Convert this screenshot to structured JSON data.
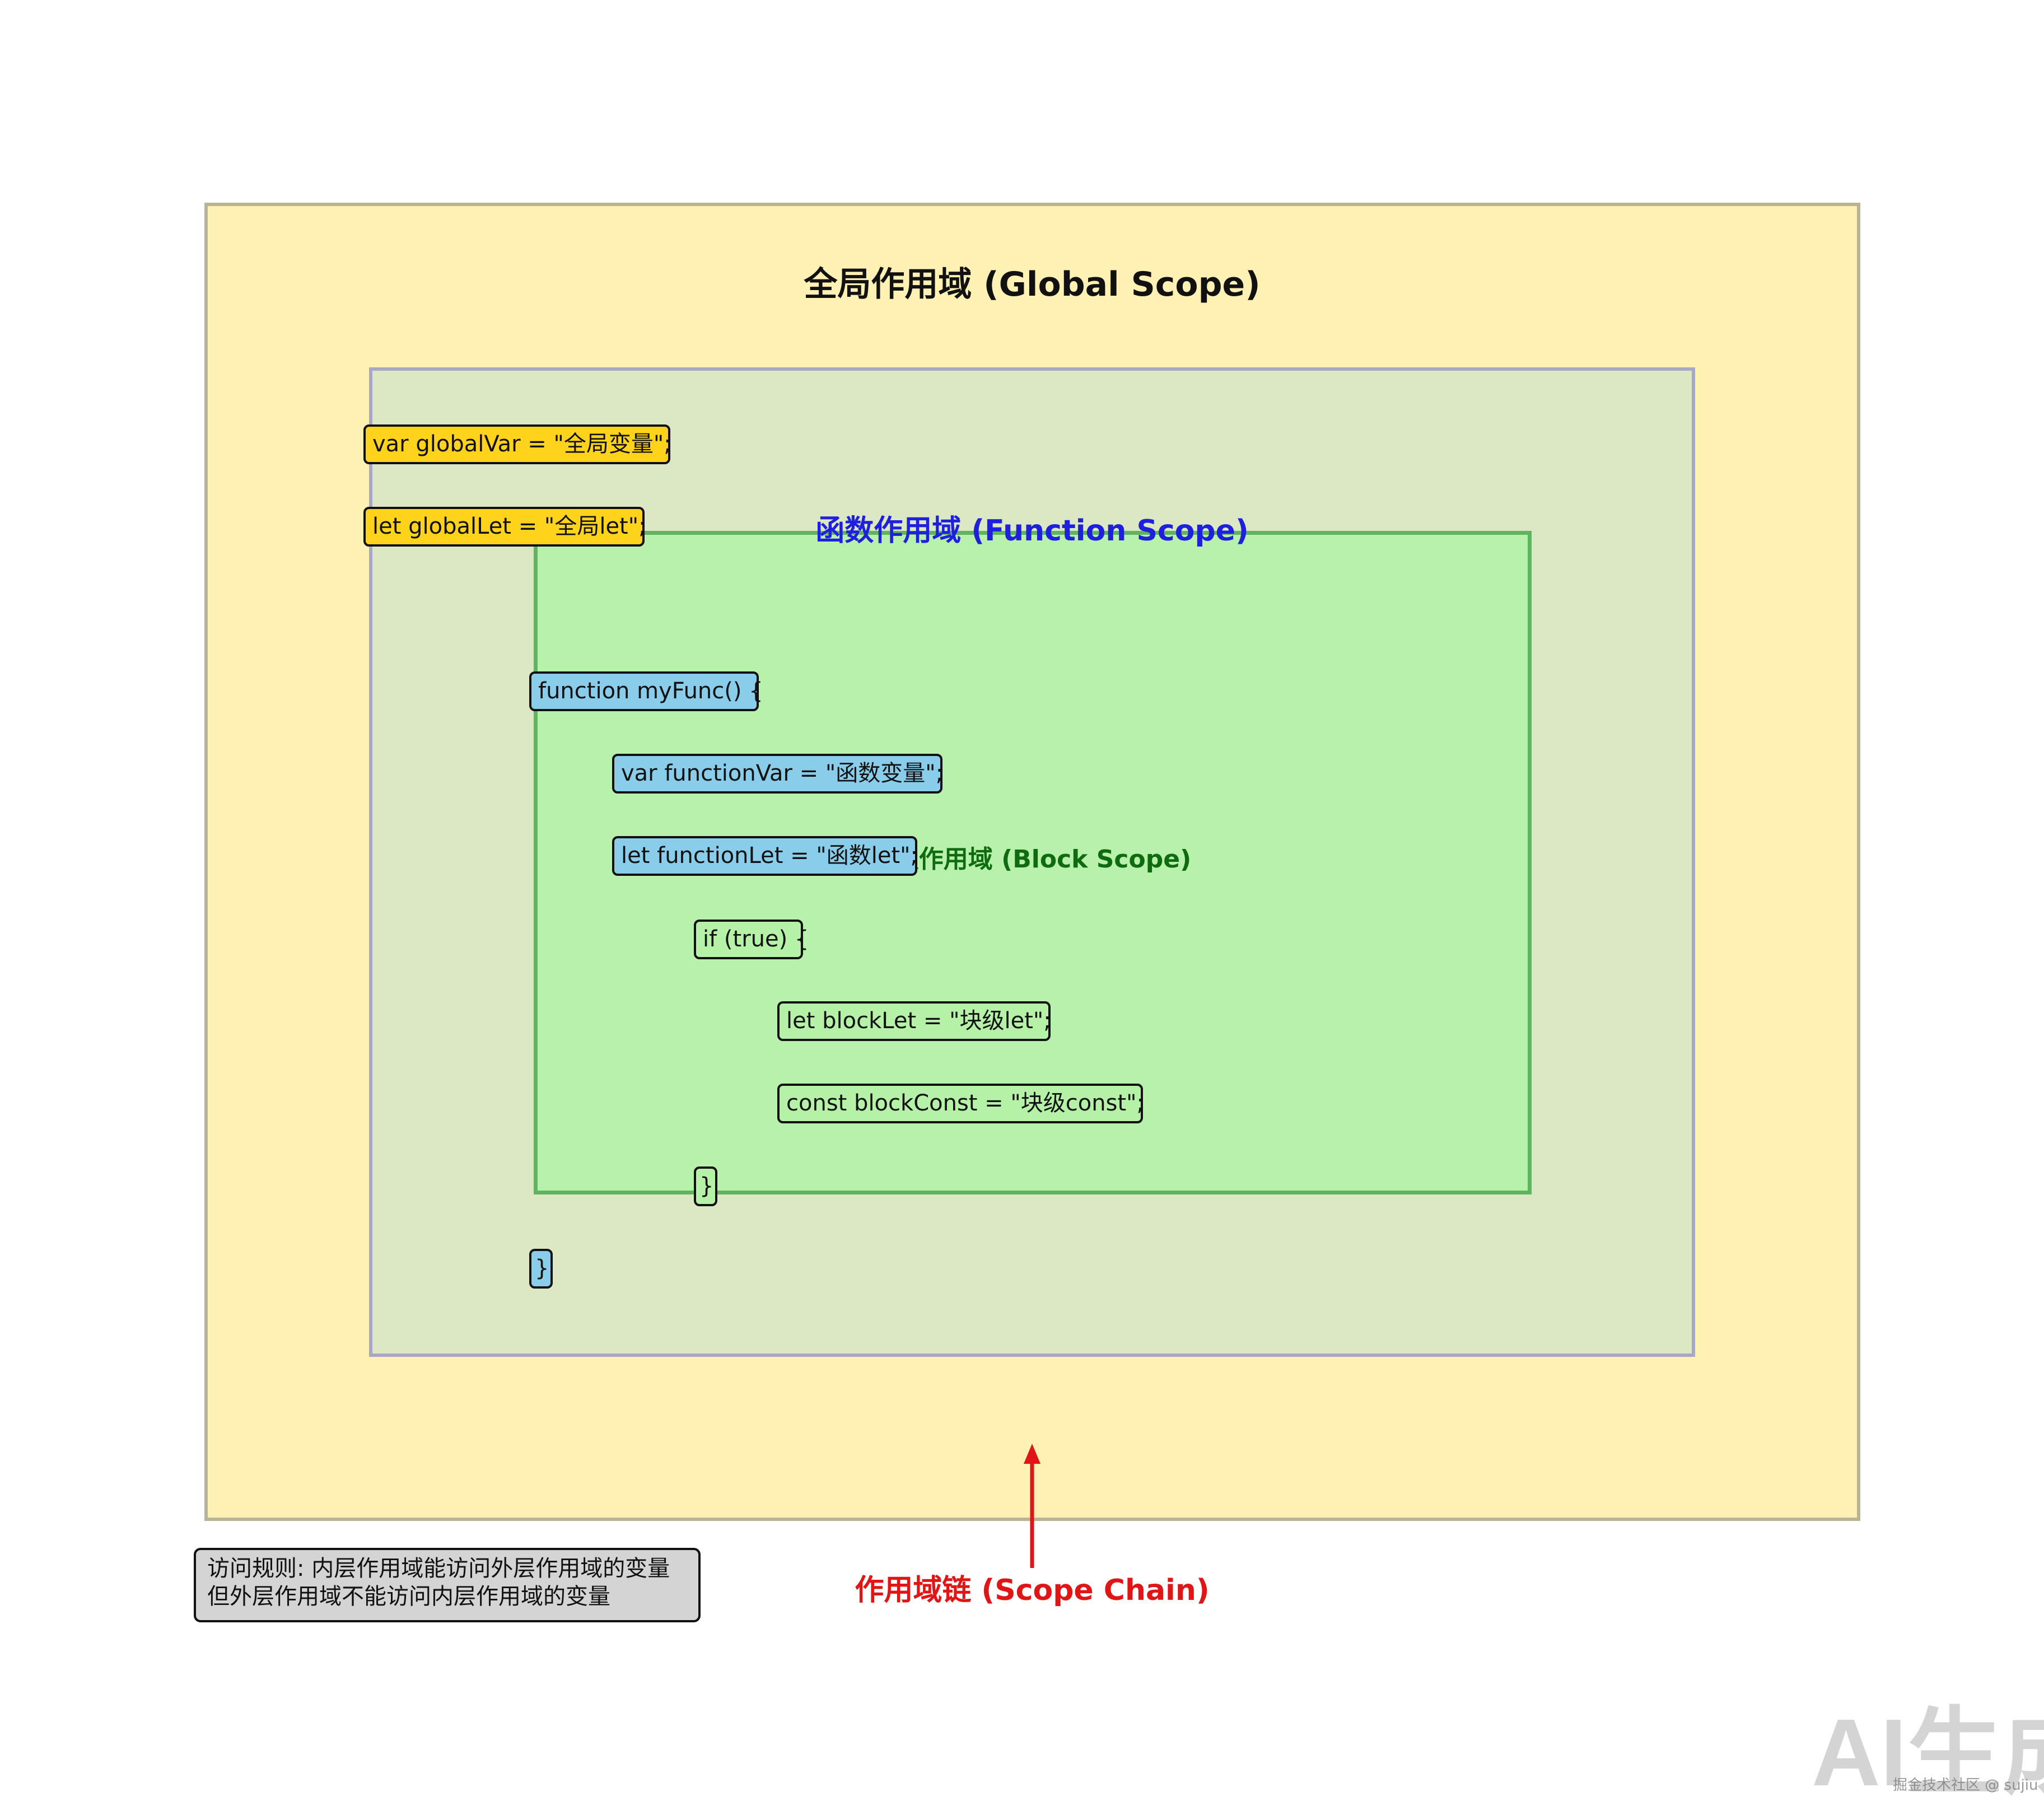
{
  "scopes": {
    "global_title": "全局作用域 (Global Scope)",
    "function_title": "函数作用域 (Function Scope)",
    "block_title": "级作用域 (Block Scope)",
    "chain_title": "作用域链 (Scope Chain)"
  },
  "code": {
    "global_var": "var globalVar = \"全局变量\";",
    "global_let": "let globalLet = \"全局let\";",
    "func_open": "function myFunc() {",
    "func_var": "var functionVar = \"函数变量\";",
    "func_let": "let functionLet = \"函数let\";",
    "if_open": "if (true) {",
    "block_let": "let blockLet = \"块级let\";",
    "block_const": "const blockConst = \"块级const\";",
    "if_close": "}",
    "func_close": "}"
  },
  "rules": {
    "line1": "访问规则: 内层作用域能访问外层作用域的变量",
    "line2": "但外层作用域不能访问内层作用域的变量"
  },
  "watermark": {
    "main": "AI生成",
    "sub": "掘金技术社区 @ sujiu"
  },
  "colors": {
    "global_scope": "#fff1b3",
    "function_scope": "#dce7c4",
    "block_scope": "#b7f1ab",
    "global_code": "#ffd21c",
    "function_code": "#89cdeb",
    "block_code": "#b5f2a8",
    "function_title": "#1f1fe0",
    "block_title": "#0f6b0f",
    "scope_chain": "#e11515"
  }
}
